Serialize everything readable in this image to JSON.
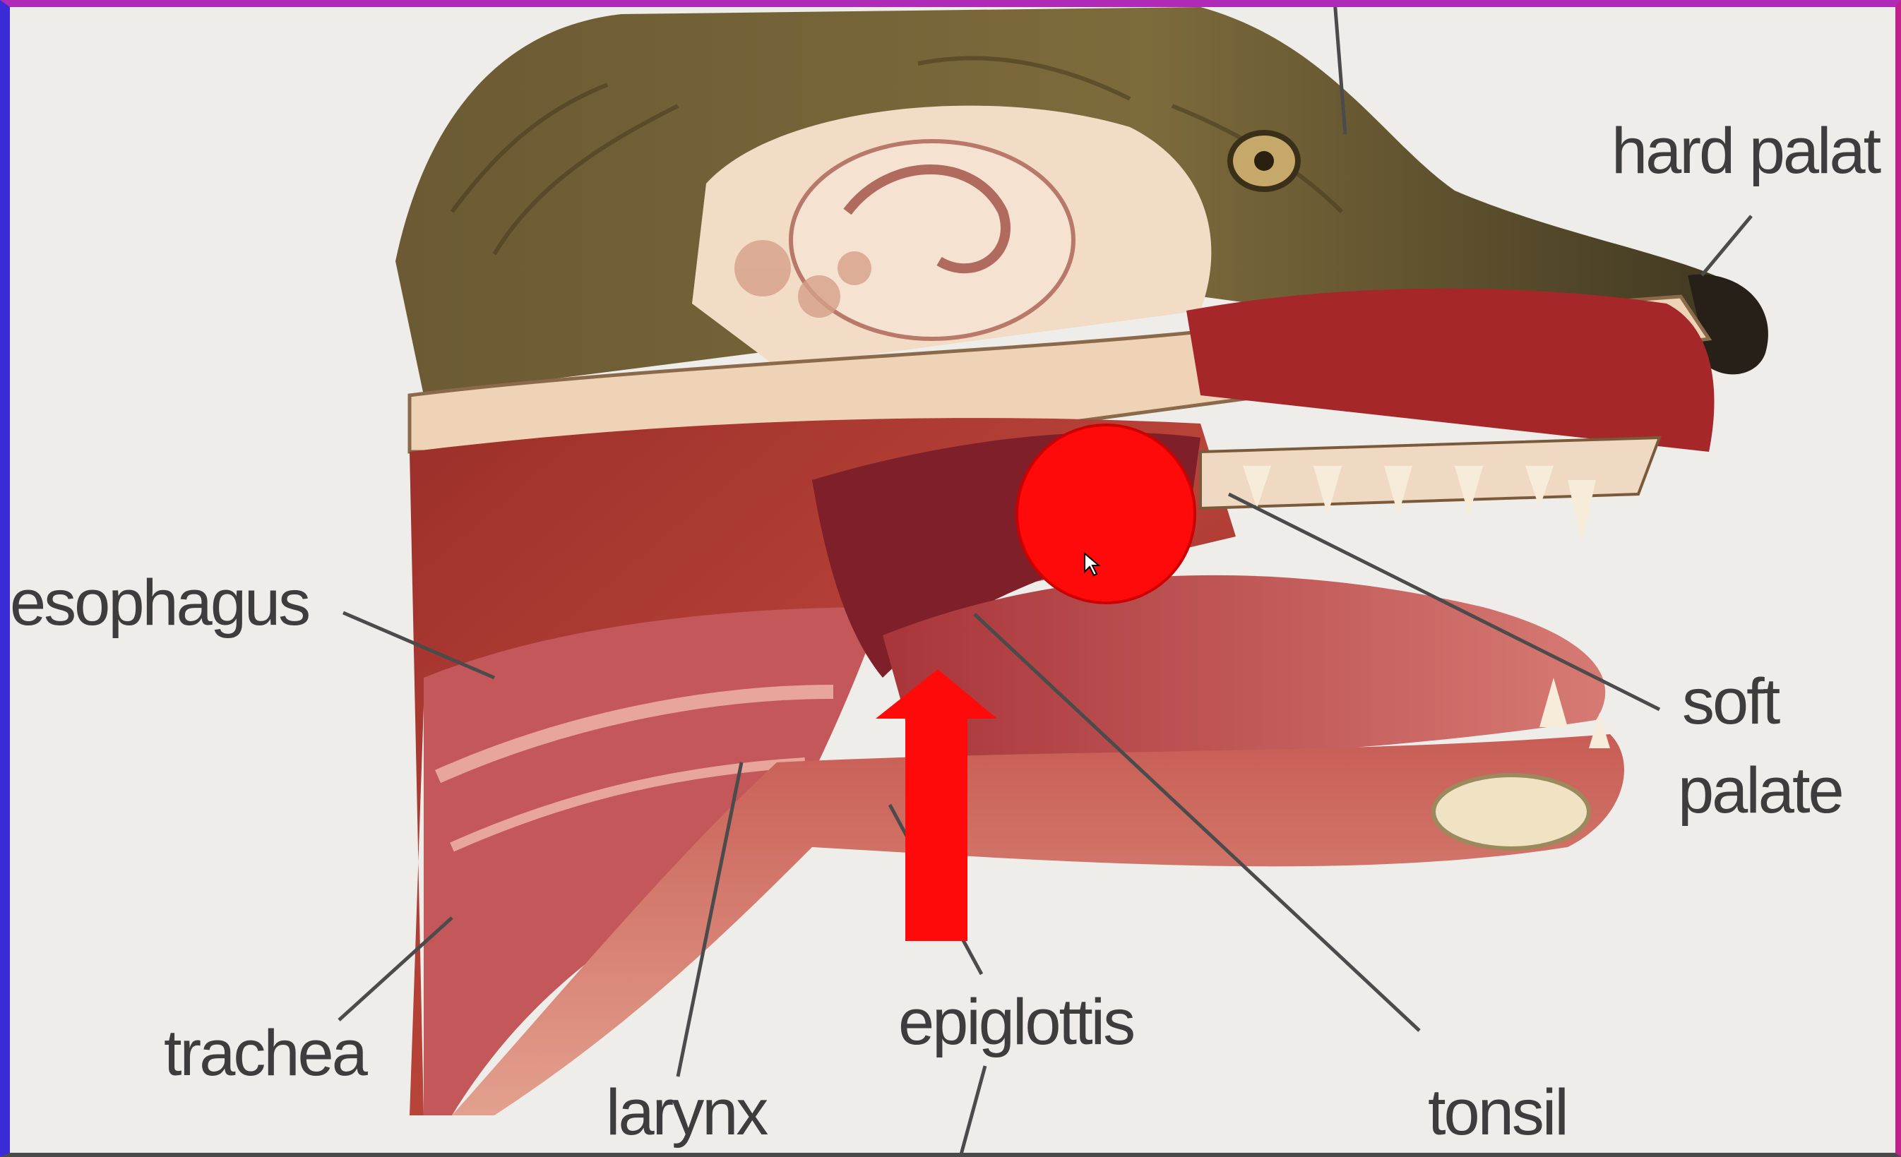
{
  "labels": {
    "hard_palate": "hard palat",
    "esophagus": "esophagus",
    "soft_palate_line1": "soft",
    "soft_palate_line2": "palate",
    "trachea": "trachea",
    "larynx": "larynx",
    "epiglottis": "epiglottis",
    "tonsil": "tonsil"
  },
  "colors": {
    "marker": "#ff0a0a",
    "frame_left": "#3a2bd6",
    "frame_top": "#b02ab8",
    "frame_right": "#c21f8f"
  },
  "icons": [
    "red-dot-marker",
    "red-arrow-up",
    "mouse-cursor-icon"
  ]
}
